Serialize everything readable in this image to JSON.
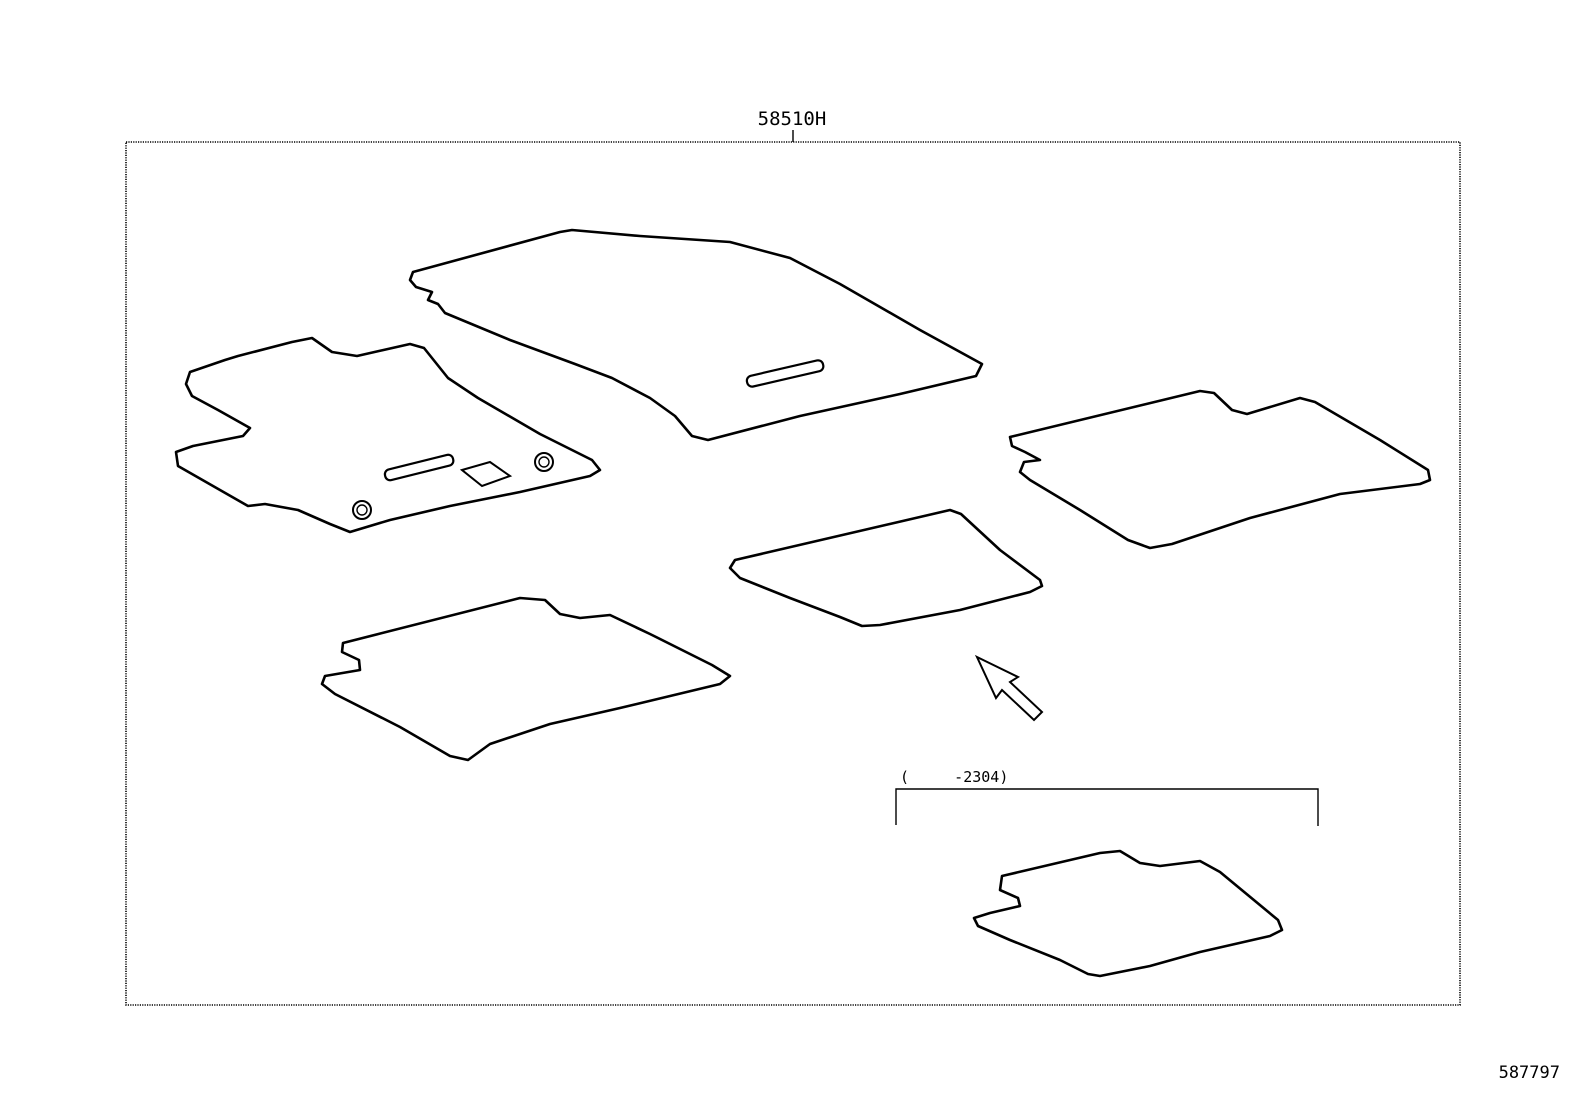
{
  "diagram": {
    "part_number_label": "58510H",
    "range_note": "(     -2304)",
    "figure_number": "587797"
  },
  "colors": {
    "line": "#000000",
    "background": "#ffffff"
  }
}
